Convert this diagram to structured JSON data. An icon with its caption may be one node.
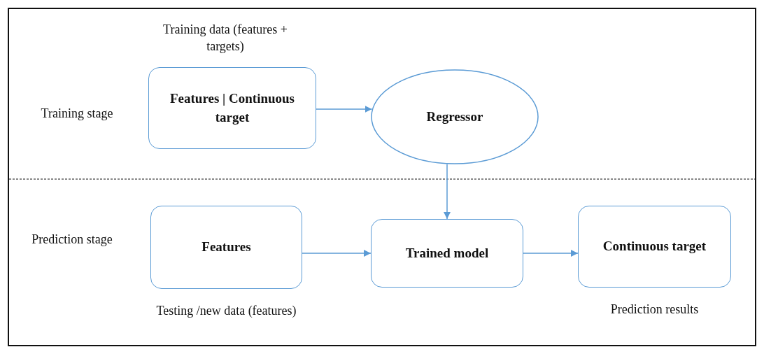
{
  "diagram": {
    "nodes": [
      {
        "text": [
          "Features | Continuous target"
        ],
        "beside": [
          "Training data (features + targets)"
        ]
      },
      {
        "text": [
          "Regressor"
        ]
      },
      {
        "text": [
          "Features"
        ],
        "beside": [
          "Testing /new data (features)"
        ]
      },
      {
        "text": [
          "Trained model"
        ]
      },
      {
        "text": [
          "Continuous target"
        ],
        "beside": [
          "Prediction results"
        ]
      }
    ],
    "edges": [
      {
        "from": 0,
        "to": 1,
        "arrow": "to"
      },
      {
        "from": 1,
        "to": 3,
        "arrow": "to"
      },
      {
        "from": 2,
        "to": 3,
        "arrow": "to"
      },
      {
        "from": 3,
        "to": 4,
        "arrow": "to"
      }
    ],
    "labels": [
      "Training stage",
      "Prediction stage"
    ]
  }
}
